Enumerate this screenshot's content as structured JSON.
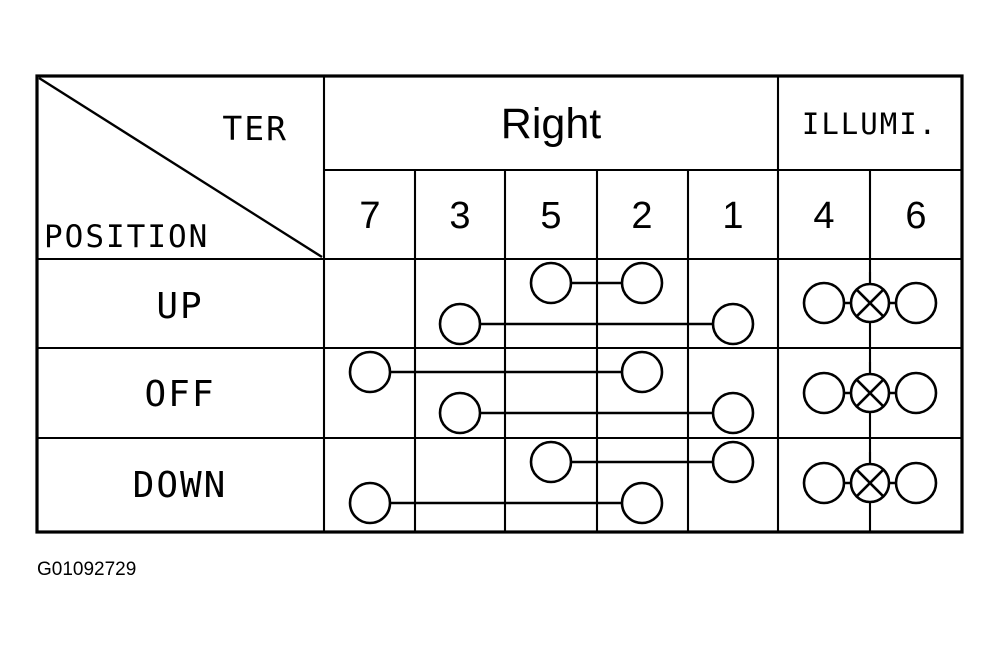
{
  "diagram": {
    "caption": "G01092729",
    "corner_cell": {
      "top_right_label": "TER",
      "bottom_left_label": "POSITION",
      "divider": "diagonal-line"
    },
    "group_headers": [
      {
        "label": "Right",
        "span_pins": [
          "7",
          "3",
          "5",
          "2",
          "1"
        ],
        "style": "sans"
      },
      {
        "label": "ILLUMI.",
        "span_pins": [
          "4",
          "6"
        ],
        "style": "stencil"
      }
    ],
    "pin_columns": [
      "7",
      "3",
      "5",
      "2",
      "1",
      "4",
      "6"
    ],
    "rows": [
      {
        "position": "UP",
        "connections": [
          {
            "from_pin": "5",
            "to_pin": "2",
            "lane": "upper"
          },
          {
            "from_pin": "3",
            "to_pin": "1",
            "lane": "lower"
          }
        ],
        "illumination": {
          "symbol": "lamp",
          "pins": [
            "4",
            "6"
          ],
          "state": "on"
        }
      },
      {
        "position": "OFF",
        "connections": [
          {
            "from_pin": "7",
            "to_pin": "2",
            "lane": "upper"
          },
          {
            "from_pin": "3",
            "to_pin": "1",
            "lane": "lower"
          }
        ],
        "illumination": {
          "symbol": "lamp",
          "pins": [
            "4",
            "6"
          ],
          "state": "on"
        }
      },
      {
        "position": "DOWN",
        "connections": [
          {
            "from_pin": "5",
            "to_pin": "1",
            "lane": "upper"
          },
          {
            "from_pin": "7",
            "to_pin": "2",
            "lane": "lower"
          }
        ],
        "illumination": {
          "symbol": "lamp",
          "pins": [
            "4",
            "6"
          ],
          "state": "on"
        }
      }
    ],
    "colors": {
      "line": "#000000",
      "background": "#ffffff",
      "fill": "#ffffff"
    }
  }
}
